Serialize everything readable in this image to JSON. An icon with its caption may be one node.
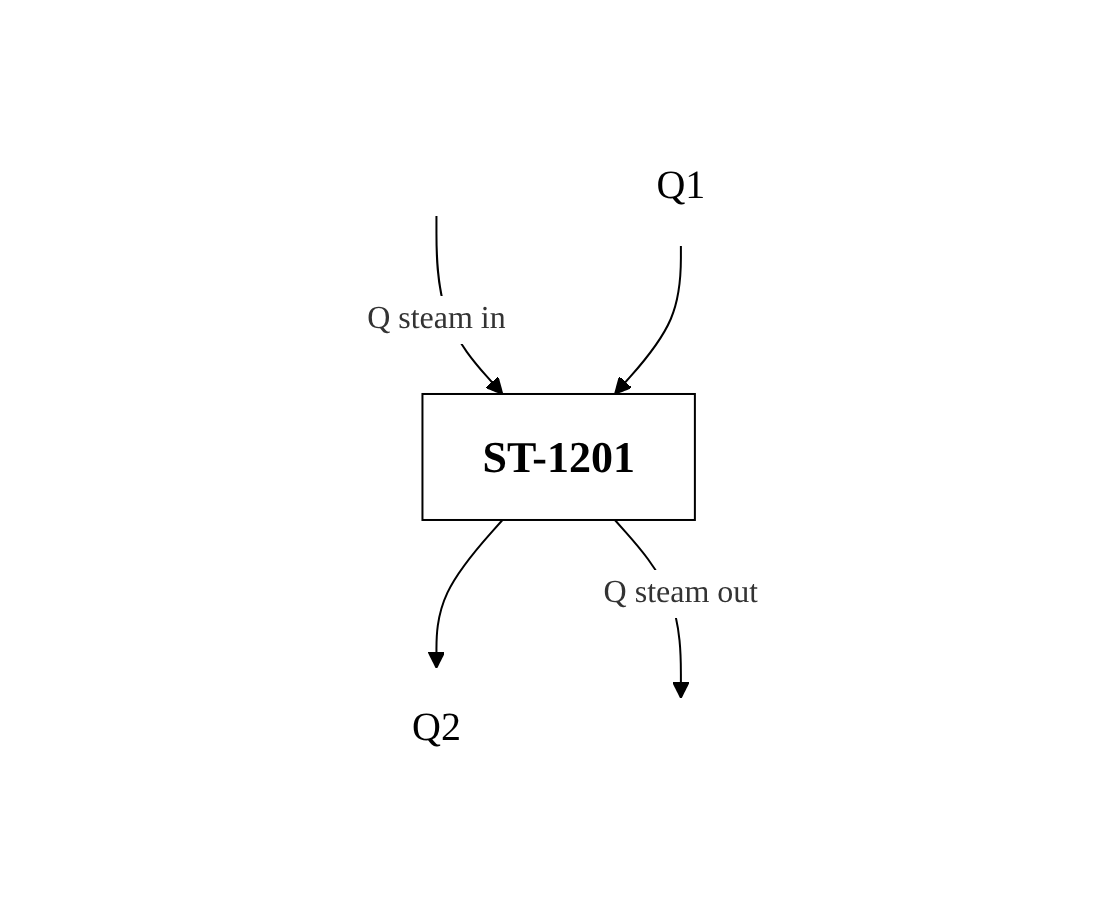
{
  "diagram": {
    "nodes": [
      {
        "text": [
          "ST-1201"
        ]
      },
      {
        "text": [
          "Q1"
        ]
      },
      {
        "text": [
          "Q2"
        ]
      }
    ],
    "edges": [
      {
        "from": null,
        "to": 0,
        "arrow": "to",
        "label": "Q steam in"
      },
      {
        "from": 1,
        "to": 0,
        "arrow": "to"
      },
      {
        "from": 0,
        "to": 2,
        "arrow": "to"
      },
      {
        "from": 0,
        "to": null,
        "arrow": "to",
        "label": "Q steam out"
      }
    ]
  }
}
